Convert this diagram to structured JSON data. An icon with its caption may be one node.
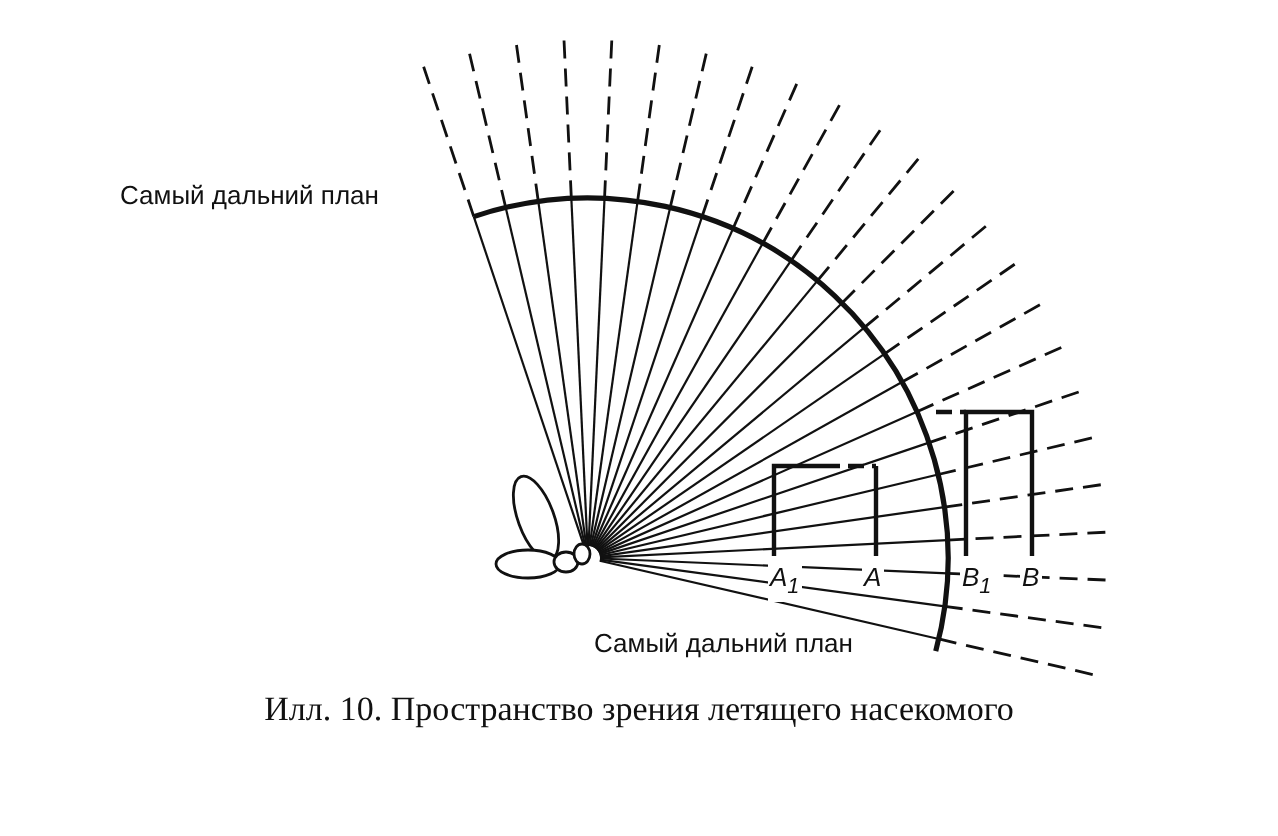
{
  "diagram": {
    "caption": "Илл. 10. Пространство зрения летящего насекомого",
    "labels": [
      "Самый дальний план",
      "Самый дальний план",
      "A$_{1}$",
      "A",
      "B$_{1}$",
      "B"
    ]
  }
}
